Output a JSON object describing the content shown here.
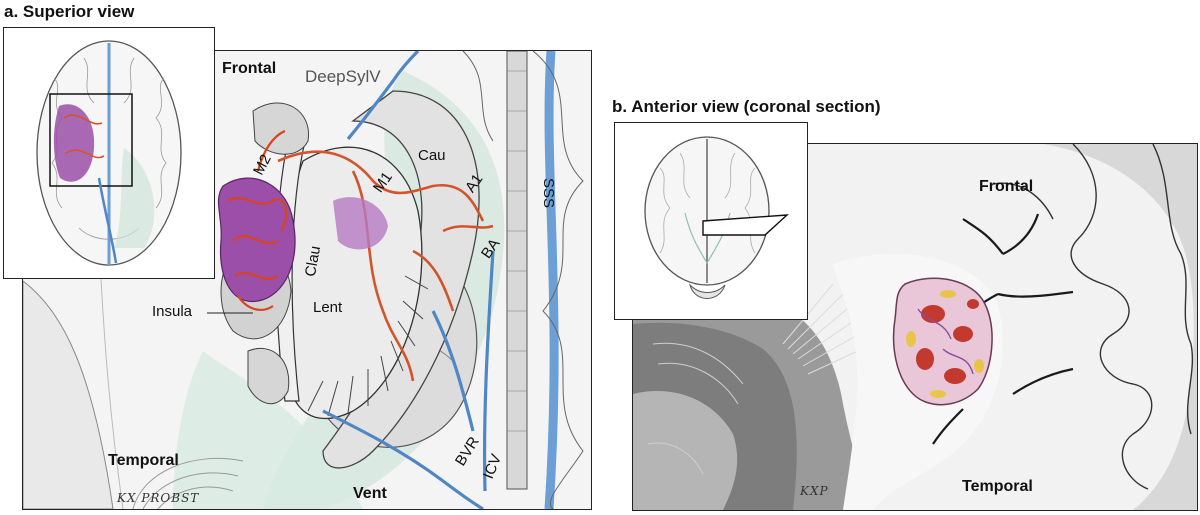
{
  "panel_a": {
    "title": "a. Superior view",
    "labels": {
      "frontal": "Frontal",
      "temporal": "Temporal",
      "vent": "Vent",
      "insula": "Insula",
      "deepsylv": "DeepSylV",
      "cau": "Cau",
      "m2": "M2",
      "m1": "M1",
      "a1": "A1",
      "ba": "BA",
      "clau": "Clau",
      "lent": "Lent",
      "sss": "SSS",
      "bvr": "BVR",
      "icv": "ICV"
    },
    "signature": "KX PROBST"
  },
  "panel_b": {
    "title": "b. Anterior view (coronal section)",
    "labels": {
      "frontal": "Frontal",
      "temporal": "Temporal"
    },
    "signature": "KXP"
  }
}
